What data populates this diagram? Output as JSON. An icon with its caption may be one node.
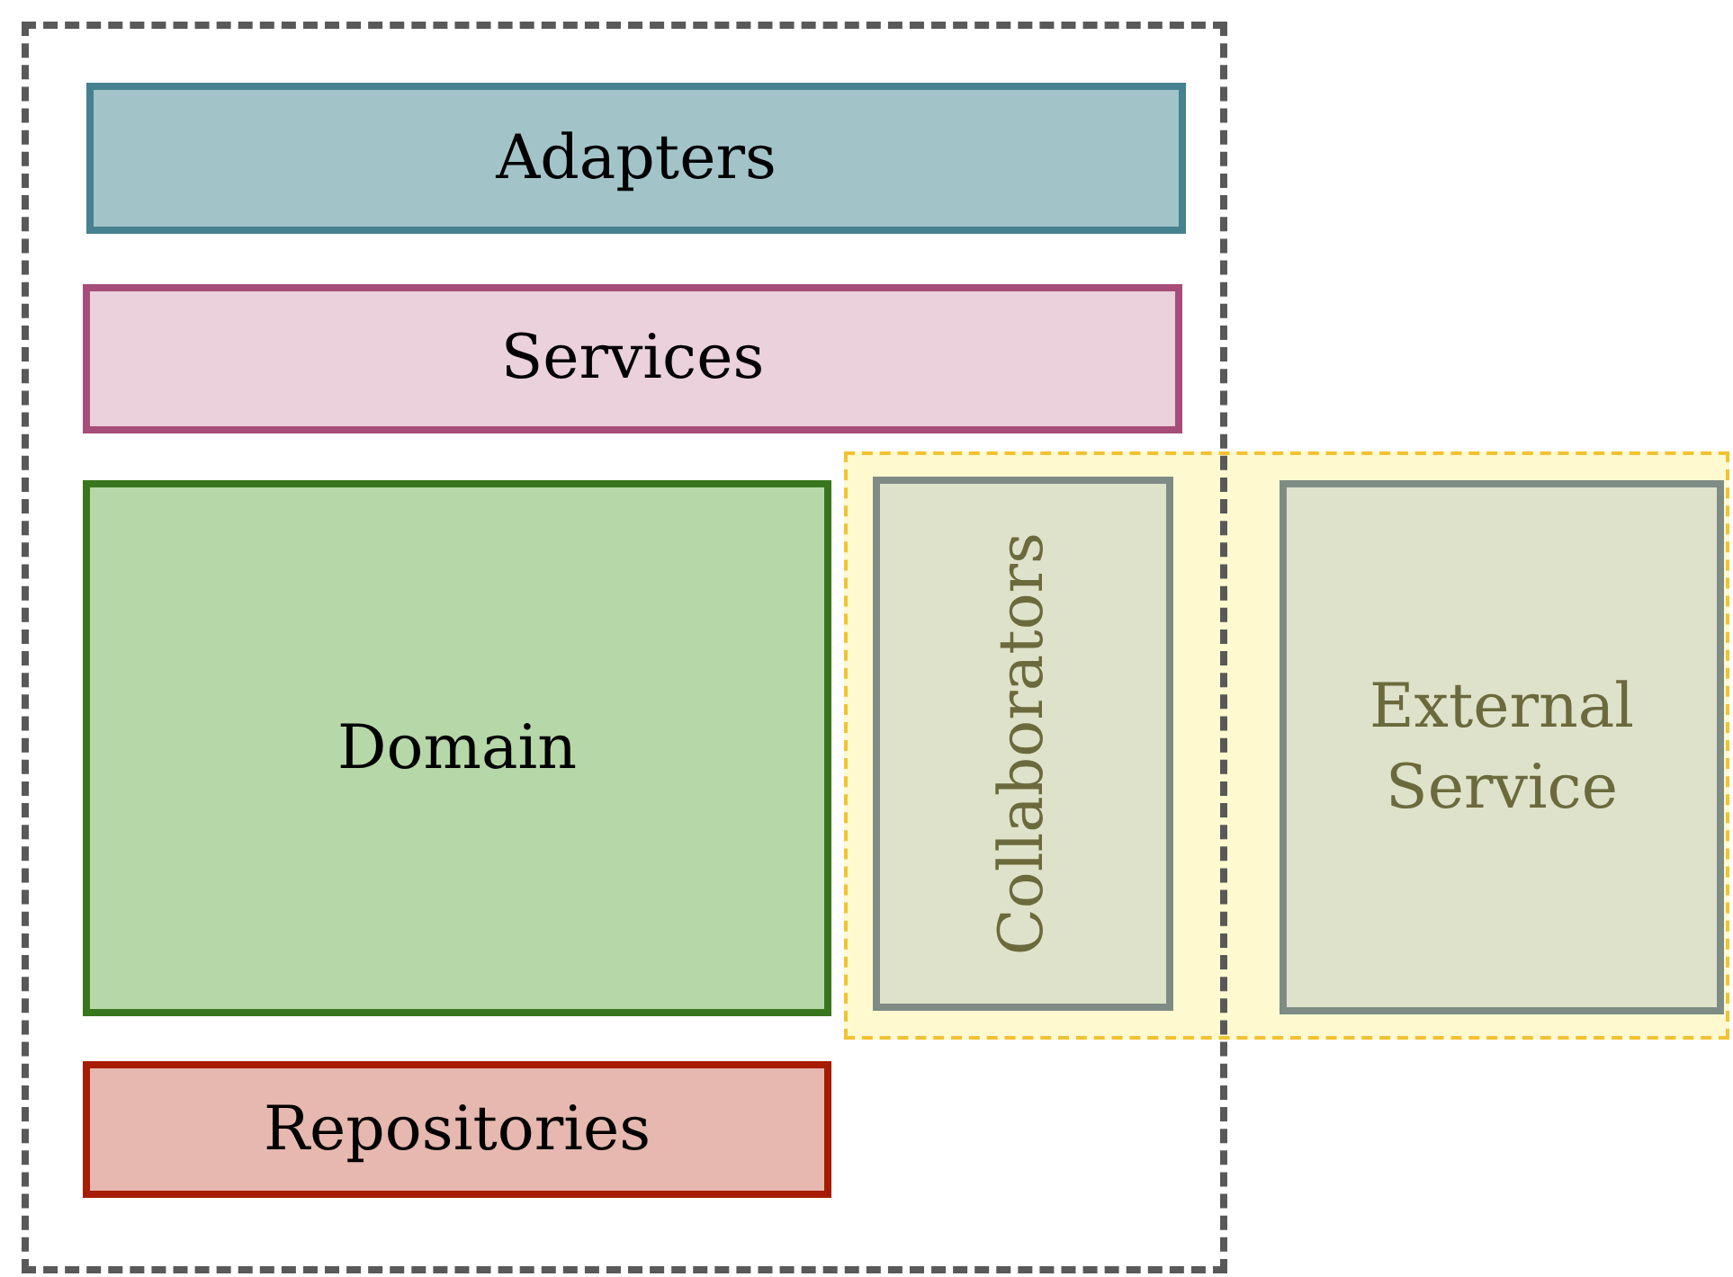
{
  "diagram": {
    "nodes": [
      {
        "text": [],
        "shape": "box"
      },
      {
        "text": [
          "Adapters"
        ],
        "in": 0
      },
      {
        "text": [
          "Services"
        ],
        "in": 0
      },
      {
        "text": [
          "Domain"
        ],
        "in": 0
      },
      {
        "text": [
          "Repositories"
        ],
        "in": 0
      },
      {
        "text": [],
        "shape": "box"
      },
      {
        "text": [
          "Collaborators"
        ]
      },
      {
        "text": [
          "External Service"
        ],
        "in": 5
      }
    ],
    "edges": []
  }
}
